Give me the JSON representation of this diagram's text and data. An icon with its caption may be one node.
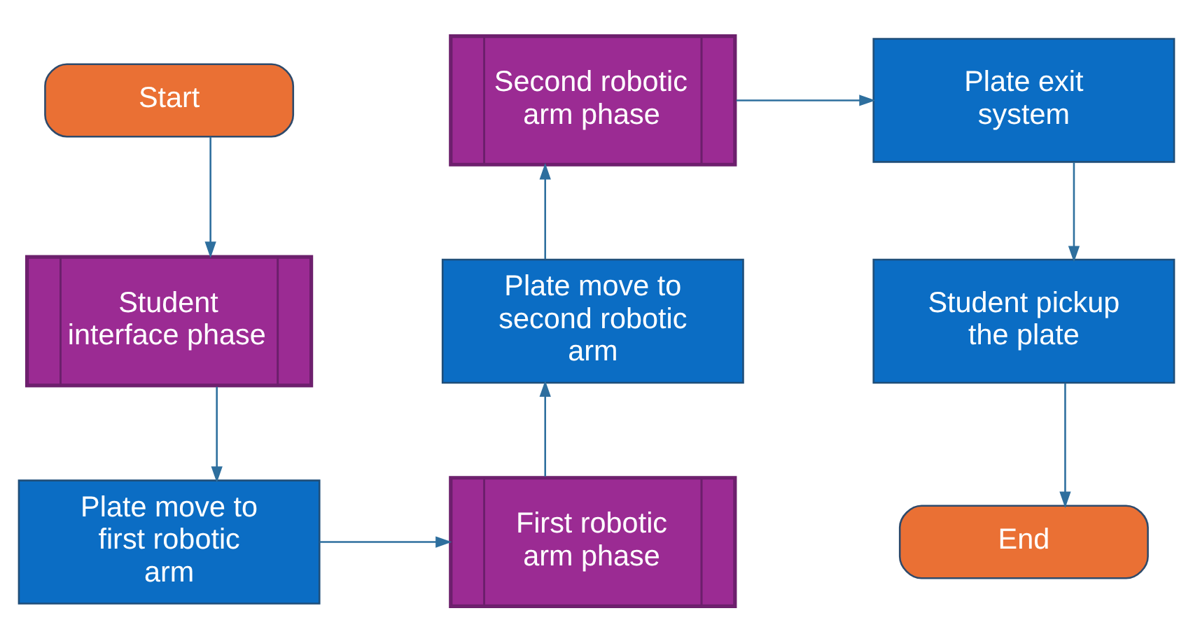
{
  "diagram": {
    "nodes": [
      {
        "text": [
          "Start"
        ]
      },
      {
        "text": [
          "Student interface phase"
        ]
      },
      {
        "text": [
          "Plate move to first robotic arm"
        ]
      },
      {
        "text": [
          "First robotic arm phase"
        ]
      },
      {
        "text": [
          "Plate move to second robotic arm"
        ]
      },
      {
        "text": [
          "Second robotic arm phase"
        ]
      },
      {
        "text": [
          "Plate exit system"
        ]
      },
      {
        "text": [
          "Student pickup the plate"
        ]
      },
      {
        "text": [
          "End"
        ]
      }
    ],
    "edges": [
      {
        "from": 0,
        "to": 1,
        "arrow": "to"
      },
      {
        "from": 1,
        "to": 2,
        "arrow": "to"
      },
      {
        "from": 2,
        "to": 3,
        "arrow": "to"
      },
      {
        "from": 3,
        "to": 4,
        "arrow": "to"
      },
      {
        "from": 4,
        "to": 5,
        "arrow": "to"
      },
      {
        "from": 5,
        "to": 6,
        "arrow": "to"
      },
      {
        "from": 6,
        "to": 7,
        "arrow": "to"
      },
      {
        "from": 7,
        "to": 8,
        "arrow": "to"
      }
    ]
  }
}
